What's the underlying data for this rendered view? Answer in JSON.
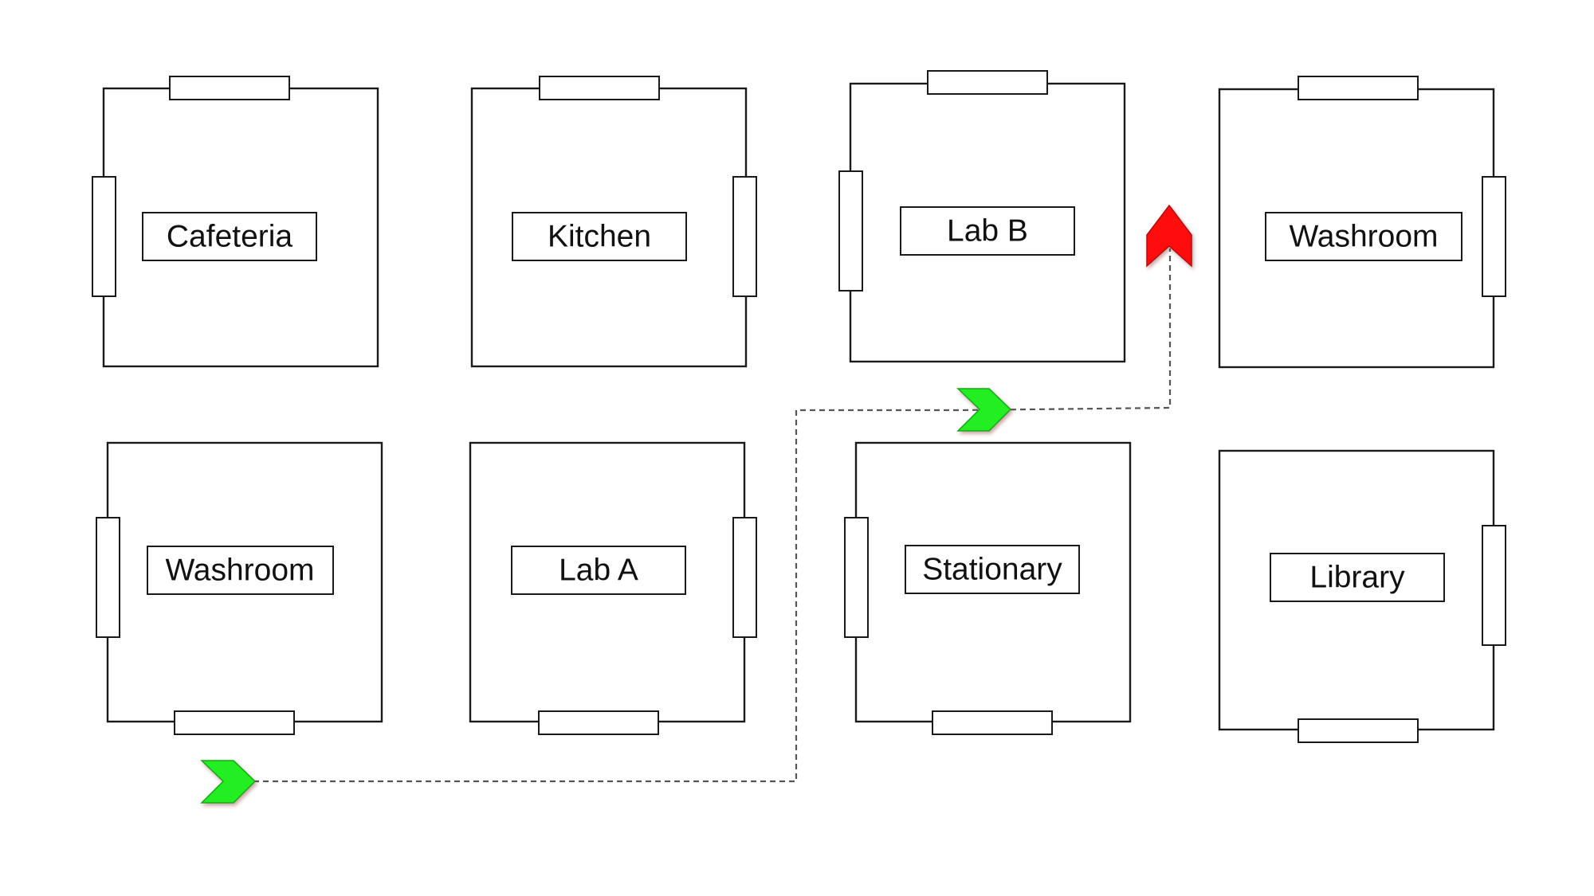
{
  "rooms": [
    {
      "id": "cafeteria",
      "label": "Cafeteria"
    },
    {
      "id": "kitchen",
      "label": "Kitchen"
    },
    {
      "id": "lab-b",
      "label": "Lab B"
    },
    {
      "id": "washroom-top",
      "label": "Washroom"
    },
    {
      "id": "washroom-bottom",
      "label": "Washroom"
    },
    {
      "id": "lab-a",
      "label": "Lab A"
    },
    {
      "id": "stationary",
      "label": "Stationary"
    },
    {
      "id": "library",
      "label": "Library"
    }
  ],
  "route": {
    "path_color": "#555555",
    "start_marker": {
      "icon": "green-chevron-right",
      "color": "#22ee22"
    },
    "waypoint_marker": {
      "icon": "green-chevron-right",
      "color": "#22ee22"
    },
    "end_marker": {
      "icon": "red-arrow-up",
      "color": "#ff1111"
    }
  }
}
